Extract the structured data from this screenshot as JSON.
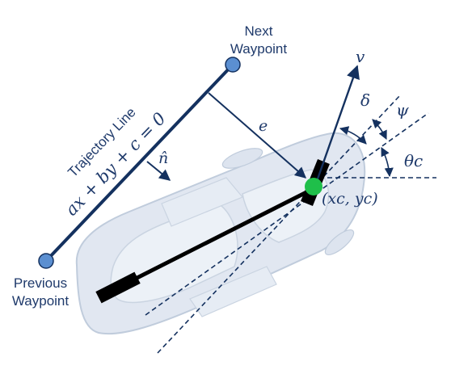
{
  "labels": {
    "next_waypoint_line1": "Next",
    "next_waypoint_line2": "Waypoint",
    "prev_waypoint_line1": "Previous",
    "prev_waypoint_line2": "Waypoint",
    "trajectory_line": "Trajectory Line",
    "line_equation": "ax + by + c = 0",
    "normal": "n̂",
    "error": "e",
    "velocity": "v",
    "delta": "δ",
    "psi": "ψ",
    "theta_c": "θc",
    "center_point": "(xc, yc)"
  },
  "colors": {
    "navy": "#14315f",
    "label": "#1f3a6b",
    "waypoint_fill": "#5b8fd1",
    "center_green": "#1fbf4a",
    "car_body": "#b9c7da",
    "car_outline": "#8ea3c0",
    "wheelbase": "#000000"
  }
}
